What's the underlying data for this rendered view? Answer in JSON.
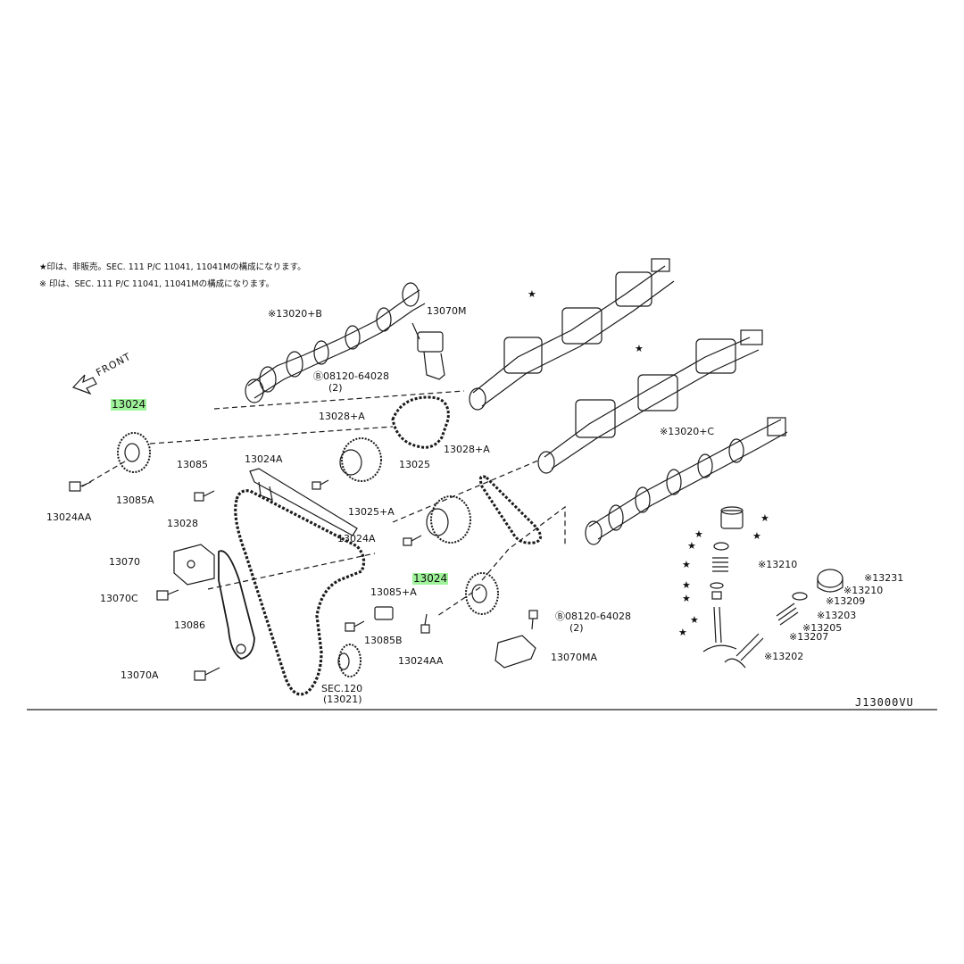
{
  "notes": {
    "star_note": "★印は、非販売。SEC. 111 P/C 11041, 11041Mの構成になります。",
    "asterisk_note": "※ 印は、SEC. 111 P/C 11041, 11041Mの構成になります。"
  },
  "front_label": "FRONT",
  "diagram_code": "J13000VU",
  "highlight_color": "#9ef29a",
  "labels": {
    "p13020b": "※13020+B",
    "p13070m": "13070M",
    "p08120_top": "08120-64028",
    "p08120_top_qty": "(2)",
    "p13024_left": "13024",
    "p13028a_top": "13028+A",
    "p13028a_right": "13028+A",
    "p13085": "13085",
    "p13024a_top": "13024A",
    "p13025": "13025",
    "p13024aa_left": "13024AA",
    "p13085a": "13085A",
    "p13028": "13028",
    "p13025a": "13025+A",
    "p13024a_mid": "13024A",
    "p13070": "13070",
    "p13024_mid": "13024",
    "p13085a_plus": "13085+A",
    "p13070c": "13070C",
    "p13086": "13086",
    "p13085b": "13085B",
    "p13024aa_mid": "13024AA",
    "p13070a": "13070A",
    "sec120": "SEC.120",
    "sec120_sub": "(13021)",
    "p08120_bot": "08120-64028",
    "p08120_bot_qty": "(2)",
    "p13070ma": "13070MA",
    "p13020c": "※13020+C",
    "p13210_left": "※13210",
    "p13231": "※13231",
    "p13210_right": "※13210",
    "p13209": "※13209",
    "p13203": "※13203",
    "p13205": "※13205",
    "p13207": "※13207",
    "p13202": "※13202"
  },
  "stars": [
    "★",
    "★",
    "★",
    "★",
    "★",
    "★",
    "★",
    "★",
    "★",
    "★",
    "★"
  ]
}
